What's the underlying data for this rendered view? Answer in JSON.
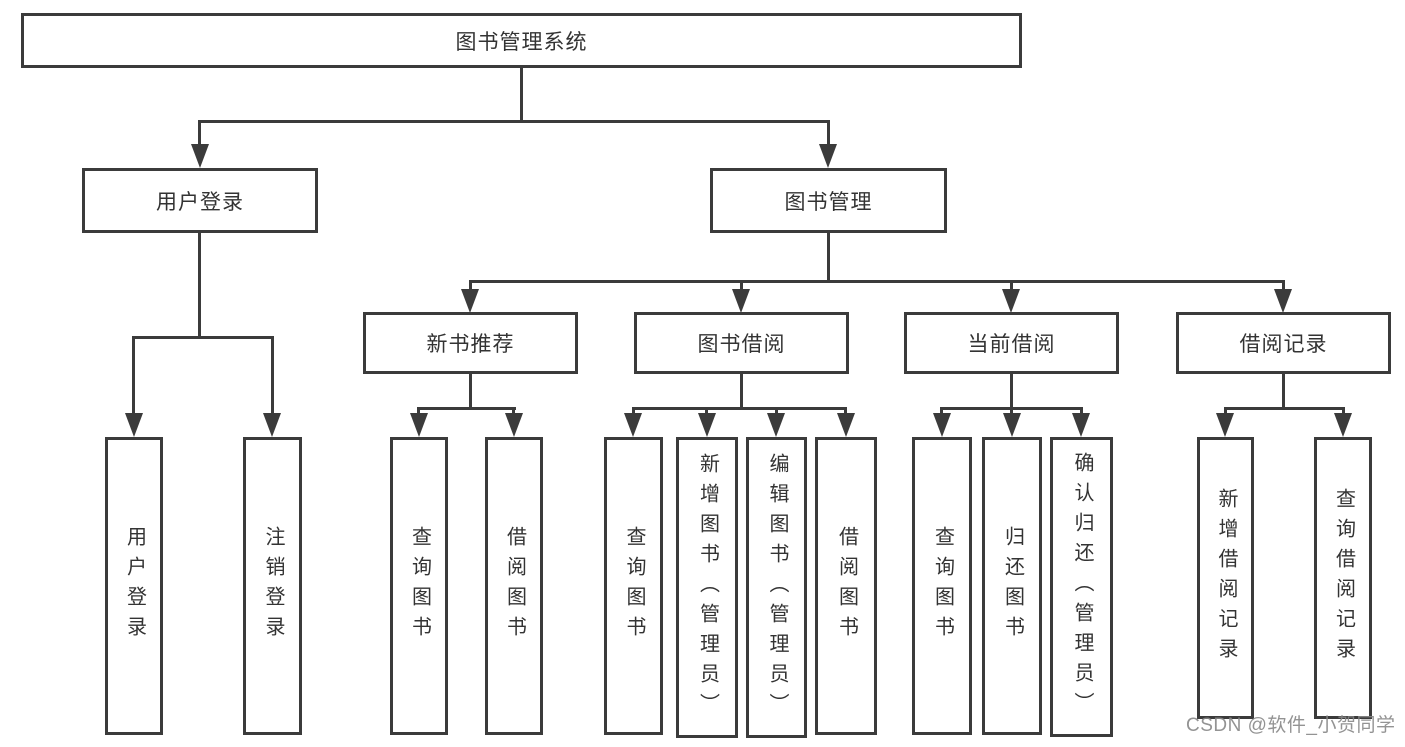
{
  "diagram": {
    "root": "图书管理系统",
    "branches": [
      {
        "label": "用户登录",
        "leaves": [
          "用户登录",
          "注销登录"
        ]
      },
      {
        "label": "图书管理",
        "groups": [
          {
            "label": "新书推荐",
            "leaves": [
              "查询图书",
              "借阅图书"
            ]
          },
          {
            "label": "图书借阅",
            "leaves": [
              "查询图书",
              "新增图书（管理员）",
              "编辑图书（管理员）",
              "借阅图书"
            ]
          },
          {
            "label": "当前借阅",
            "leaves": [
              "查询图书",
              "归还图书",
              "确认归还（管理员）"
            ]
          },
          {
            "label": "借阅记录",
            "leaves": [
              "新增借阅记录",
              "查询借阅记录"
            ]
          }
        ]
      }
    ]
  },
  "colors": {
    "line": "#3b3b3b",
    "text": "#333333",
    "background": "#ffffff",
    "watermark": "#878787"
  },
  "watermark": "CSDN @软件_小贺同学"
}
